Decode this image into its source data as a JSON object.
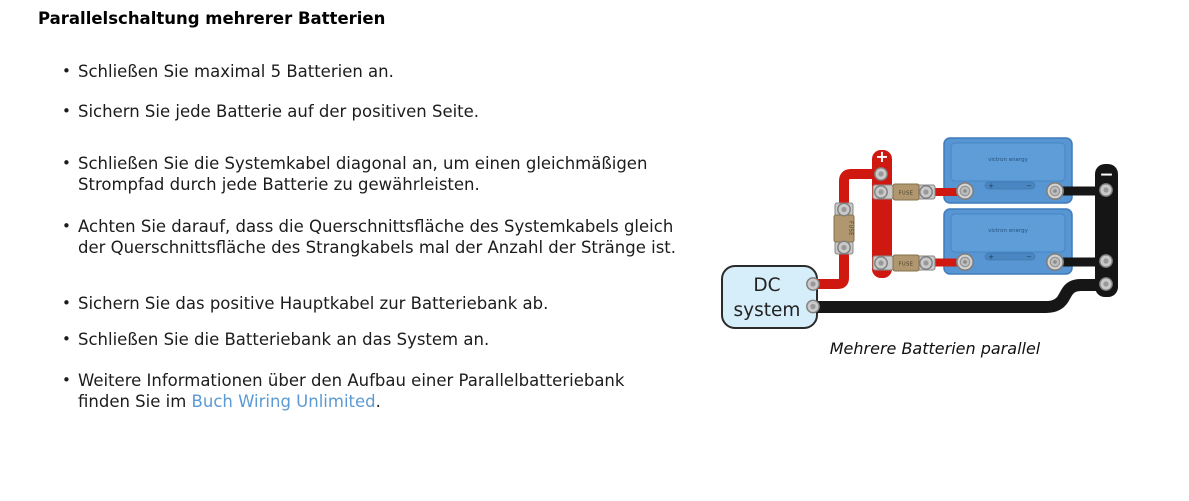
{
  "header": {
    "title": "Parallelschaltung mehrerer Batterien"
  },
  "bullets": [
    {
      "text": "Schließen Sie maximal 5 Batterien an."
    },
    {
      "text": "Sichern Sie jede Batterie auf der positiven Seite."
    },
    {
      "text": "Schließen Sie die Systemkabel diagonal an, um einen gleichmäßigen Strompfad durch jede Batterie zu gewährleisten."
    },
    {
      "text": "Achten Sie darauf, dass die Querschnittsfläche des Systemkabels gleich der Querschnittsfläche des Strangkabels mal der Anzahl der Stränge ist."
    },
    {
      "text": "Sichern Sie das positive Hauptkabel zur Batteriebank ab."
    },
    {
      "text": "Schließen Sie die Batteriebank an das System an."
    },
    {
      "prefix": "Weitere Informationen über den Aufbau einer Parallelbatteriebank finden Sie im ",
      "link_text": "Buch Wiring Unlimited",
      "suffix": "."
    }
  ],
  "diagram": {
    "caption": "Mehrere Batterien parallel",
    "dc_system": {
      "line1": "DC",
      "line2": "system"
    },
    "positive_busbar_label": "+",
    "negative_busbar_label": "−",
    "fuse_label": "FUSE",
    "battery": {
      "brand": "victron energy",
      "plus_label": "+",
      "minus_label": "−"
    },
    "colors": {
      "positive_red": "#cf1910",
      "negative_black": "#161616",
      "battery_blue": "#5796d3",
      "dc_box_fill": "#d6edfa",
      "fuse_tan": "#b09770",
      "link_blue": "#5b9ad2"
    }
  }
}
